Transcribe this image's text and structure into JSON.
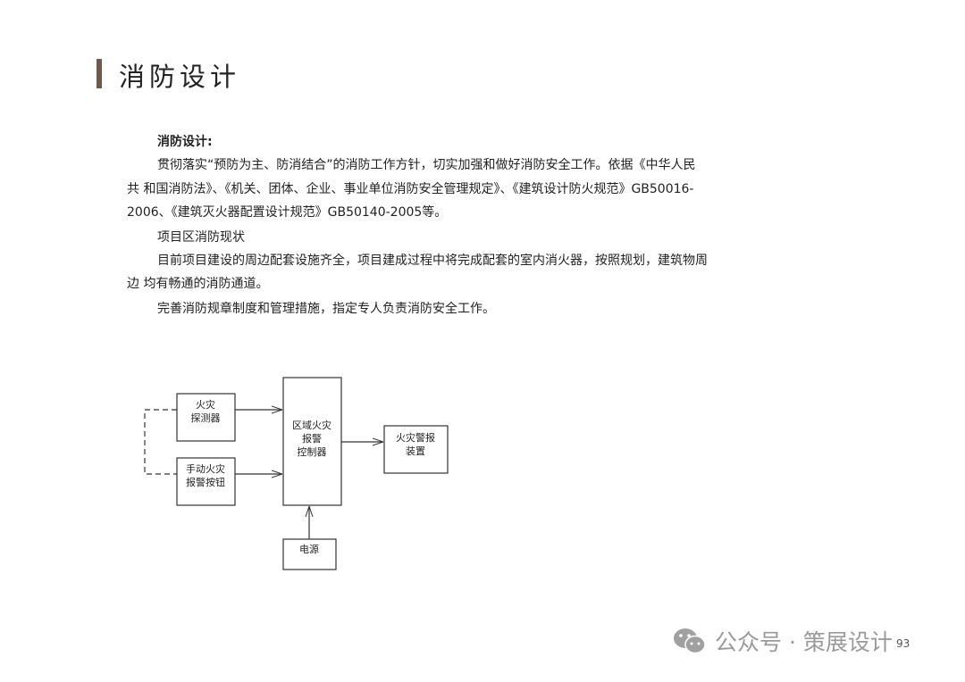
{
  "header": {
    "title": "消防设计"
  },
  "body": {
    "heading": "消防设计:",
    "lines": [
      "贯彻落实“预防为主、防消结合”的消防工作方针，切实加强和做好消防安全工作。依据《中华人民",
      "共 和国消防法》、《机关、团体、企业、事业单位消防安全管理规定》、《建筑设计防火规范》GB50016-",
      "2006、《建筑灭火器配置设计规范》GB50140-2005等。",
      "项目区消防现状",
      "目前项目建设的周边配套设施齐全，项目建成过程中将完成配套的室内消火器，按照规划，建筑物周",
      "边 均有畅通的消防通道。",
      "完善消防规章制度和管理措施，指定专人负责消防安全工作。"
    ]
  },
  "diagram": {
    "detector": [
      "火灾",
      "探测器"
    ],
    "manual_button": [
      "手动火灾",
      "报警按钮"
    ],
    "controller": [
      "区域火灾",
      "报警",
      "控制器"
    ],
    "alarm_device": [
      "火灾警报",
      "装置"
    ],
    "power": [
      "电源"
    ]
  },
  "footer": {
    "watermark": "公众号 · 策展设计",
    "page_number": "93"
  }
}
